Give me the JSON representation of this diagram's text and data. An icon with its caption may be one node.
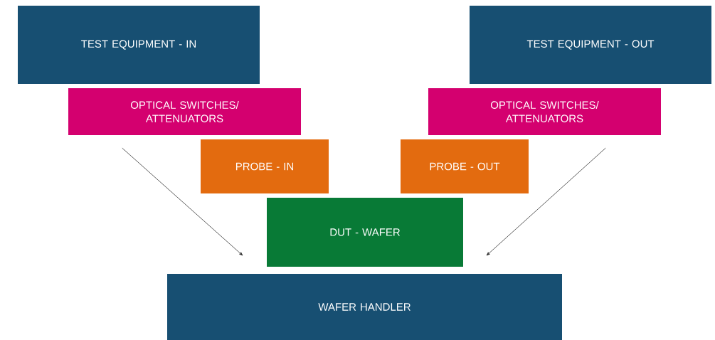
{
  "diagram": {
    "nodes": [
      {
        "text": [
          "TEST EQUIPMENT - IN"
        ]
      },
      {
        "text": [
          "TEST EQUIPMENT - OUT"
        ]
      },
      {
        "text": [
          "OPTICAL SWITCHES/ ATTENUATORS"
        ]
      },
      {
        "text": [
          "OPTICAL SWITCHES/ ATTENUATORS"
        ]
      },
      {
        "text": [
          "PROBE - IN"
        ]
      },
      {
        "text": [
          "PROBE - OUT"
        ]
      },
      {
        "text": [
          "DUT - WAFER"
        ]
      },
      {
        "text": [
          "WAFER HANDLER"
        ]
      }
    ],
    "edges": [
      {
        "from": 2,
        "to": 7,
        "arrow": "to"
      },
      {
        "from": 3,
        "to": 7,
        "arrow": "to"
      }
    ]
  }
}
